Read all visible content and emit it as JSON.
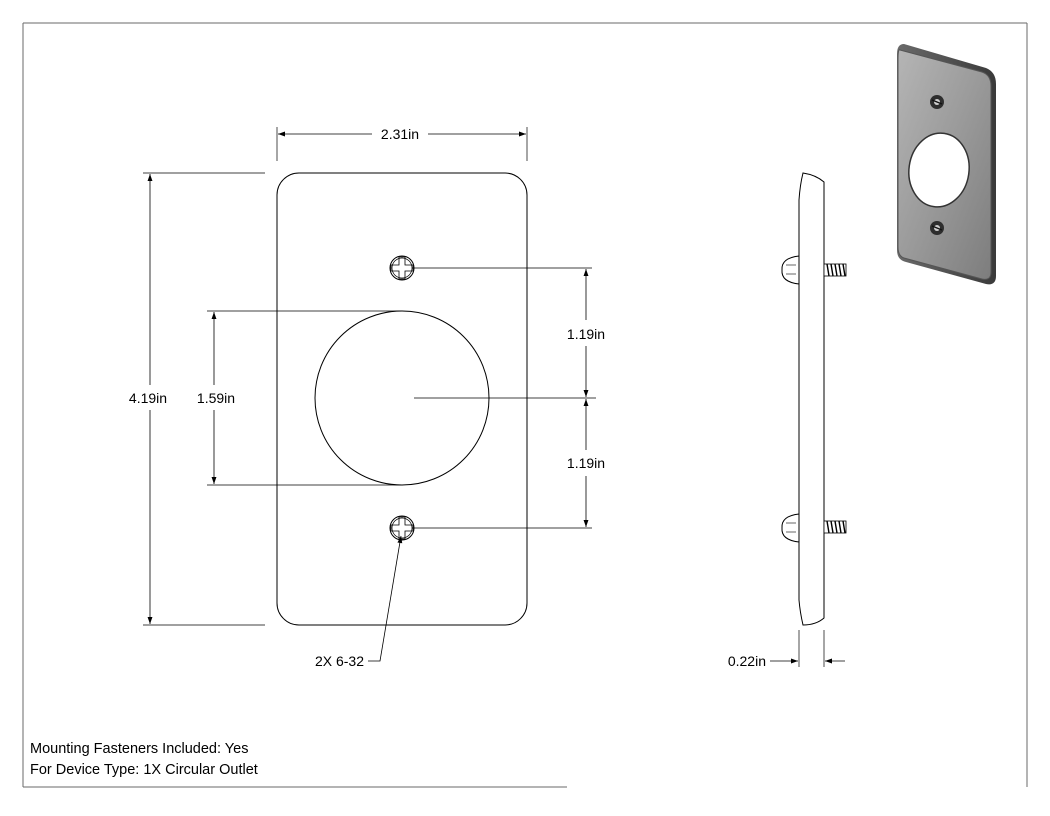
{
  "dimensions": {
    "width": "2.31in",
    "height": "4.19in",
    "hole_diameter": "1.59in",
    "upper_screw_spacing": "1.19in",
    "lower_screw_spacing": "1.19in",
    "fastener_callout": "2X 6-32",
    "thickness": "0.22in"
  },
  "notes": {
    "fasteners": "Mounting Fasteners Included: Yes",
    "device_type": "For Device Type: 1X Circular Outlet"
  }
}
